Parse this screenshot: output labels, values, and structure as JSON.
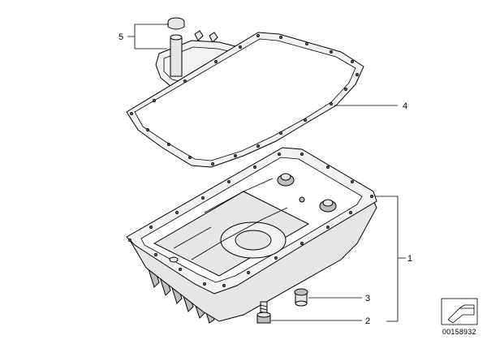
{
  "callouts": [
    {
      "id": "p5",
      "label": "5"
    },
    {
      "id": "p4",
      "label": "4"
    },
    {
      "id": "p1",
      "label": "1"
    },
    {
      "id": "p3",
      "label": "3"
    },
    {
      "id": "p2",
      "label": "2"
    }
  ],
  "reference_number": "00158932",
  "icons": {
    "parts_box": "folded-corner-box-icon"
  }
}
